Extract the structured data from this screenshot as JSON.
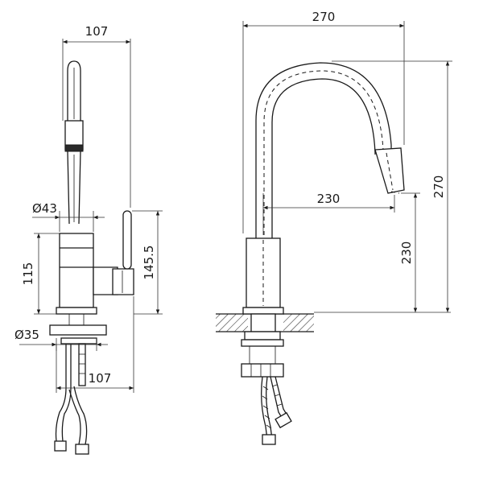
{
  "diagram": {
    "side_view": {
      "width_top": "107",
      "body_diameter": "Ø43",
      "body_height": "115",
      "handle_height": "145.5",
      "base_diameter": "Ø35",
      "width_bottom": "107"
    },
    "front_view": {
      "spout_reach": "270",
      "spout_height": "270",
      "outlet_reach": "230",
      "outlet_height": "230"
    }
  },
  "colors": {
    "line": "#1a1a1a",
    "background": "#ffffff"
  }
}
